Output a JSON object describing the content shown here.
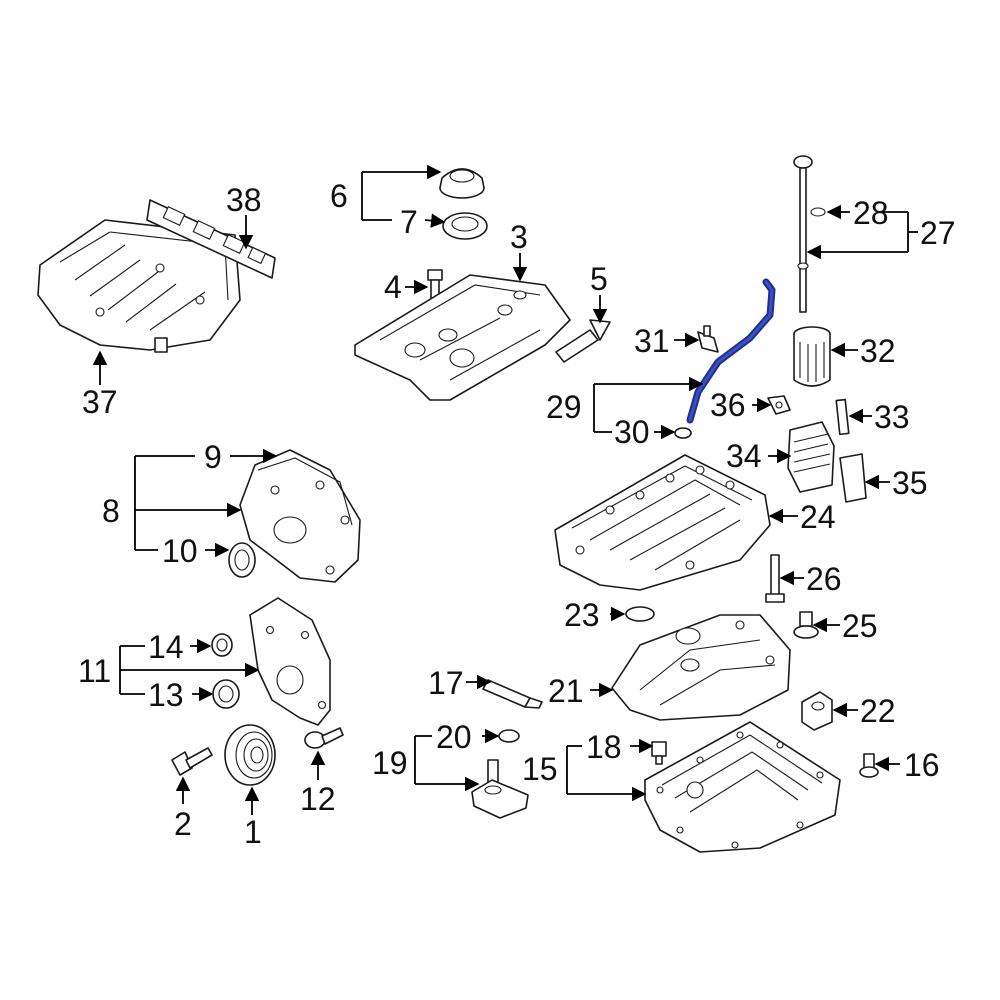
{
  "callouts": {
    "n1": "1",
    "n2": "2",
    "n3": "3",
    "n4": "4",
    "n5": "5",
    "n6": "6",
    "n7": "7",
    "n8": "8",
    "n9": "9",
    "n10": "10",
    "n11": "11",
    "n12": "12",
    "n13": "13",
    "n14": "14",
    "n15": "15",
    "n16": "16",
    "n17": "17",
    "n18": "18",
    "n19": "19",
    "n20": "20",
    "n21": "21",
    "n22": "22",
    "n23": "23",
    "n24": "24",
    "n25": "25",
    "n26": "26",
    "n27": "27",
    "n28": "28",
    "n29": "29",
    "n30": "30",
    "n31": "31",
    "n32": "32",
    "n33": "33",
    "n34": "34",
    "n35": "35",
    "n36": "36",
    "n37": "37",
    "n38": "38"
  },
  "highlighted_part": "29",
  "colors": {
    "line": "#1a1a1a",
    "highlight": "#1f2f8c",
    "background": "#ffffff"
  }
}
